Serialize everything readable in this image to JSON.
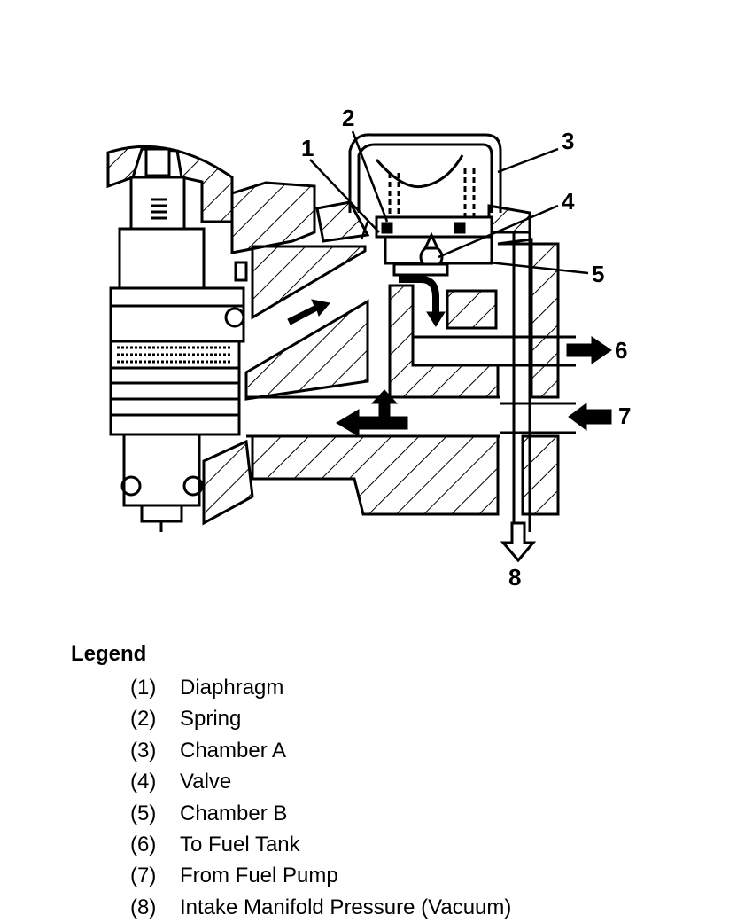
{
  "callouts": [
    "1",
    "2",
    "3",
    "4",
    "5",
    "6",
    "7",
    "8"
  ],
  "legend": {
    "title": "Legend",
    "items": [
      {
        "number": "(1)",
        "label": "Diaphragm"
      },
      {
        "number": "(2)",
        "label": "Spring"
      },
      {
        "number": "(3)",
        "label": "Chamber A"
      },
      {
        "number": "(4)",
        "label": "Valve"
      },
      {
        "number": "(5)",
        "label": "Chamber B"
      },
      {
        "number": "(6)",
        "label": "To Fuel Tank"
      },
      {
        "number": "(7)",
        "label": "From Fuel Pump"
      },
      {
        "number": "(8)",
        "label": "Intake Manifold Pressure (Vacuum)"
      }
    ]
  }
}
